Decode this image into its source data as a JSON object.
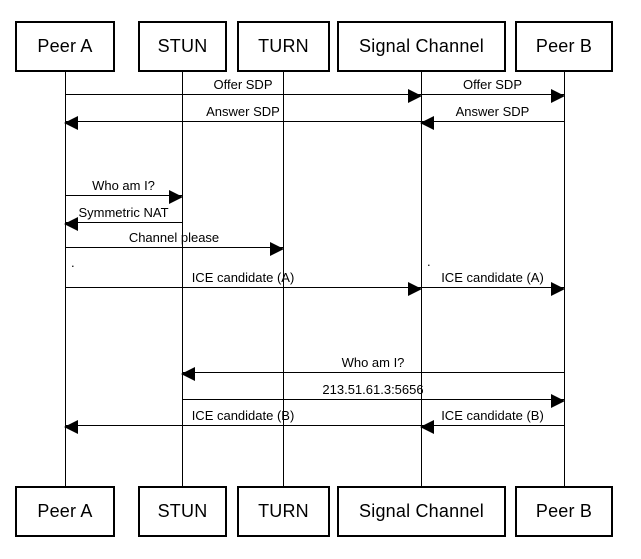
{
  "diagram": {
    "type": "sequence-diagram",
    "colors": {
      "background": "#ffffff",
      "line": "#000000",
      "text": "#000000"
    },
    "participants": [
      {
        "id": "peer-a",
        "label": "Peer A"
      },
      {
        "id": "stun",
        "label": "STUN"
      },
      {
        "id": "turn",
        "label": "TURN"
      },
      {
        "id": "signal-channel",
        "label": "Signal Channel"
      },
      {
        "id": "peer-b",
        "label": "Peer B"
      }
    ],
    "messages": [
      {
        "label": "Offer SDP",
        "from": "Peer A",
        "to": "Signal Channel",
        "direction": "right"
      },
      {
        "label": "Offer SDP",
        "from": "Signal Channel",
        "to": "Peer B",
        "direction": "right"
      },
      {
        "label": "Answer SDP",
        "from": "Signal Channel",
        "to": "Peer A",
        "direction": "left"
      },
      {
        "label": "Answer SDP",
        "from": "Peer B",
        "to": "Signal Channel",
        "direction": "left"
      },
      {
        "label": "Who am I?",
        "from": "Peer A",
        "to": "STUN",
        "direction": "right"
      },
      {
        "label": "Symmetric NAT",
        "from": "STUN",
        "to": "Peer A",
        "direction": "left"
      },
      {
        "label": "Channel please",
        "from": "Peer A",
        "to": "TURN",
        "direction": "right"
      },
      {
        "label": "ICE candidate (A)",
        "from": "Peer A",
        "to": "Signal Channel",
        "direction": "right"
      },
      {
        "label": "ICE candidate (A)",
        "from": "Signal Channel",
        "to": "Peer B",
        "direction": "right"
      },
      {
        "label": "Who am I?",
        "from": "Peer B",
        "to": "STUN",
        "direction": "left"
      },
      {
        "label": "213.51.61.3:5656",
        "from": "STUN",
        "to": "Peer B",
        "direction": "right"
      },
      {
        "label": "ICE candidate (B)",
        "from": "Signal Channel",
        "to": "Peer A",
        "direction": "left"
      },
      {
        "label": "ICE candidate (B)",
        "from": "Peer B",
        "to": "Signal Channel",
        "direction": "left"
      }
    ],
    "continuation_dots": [
      ".",
      "."
    ]
  }
}
